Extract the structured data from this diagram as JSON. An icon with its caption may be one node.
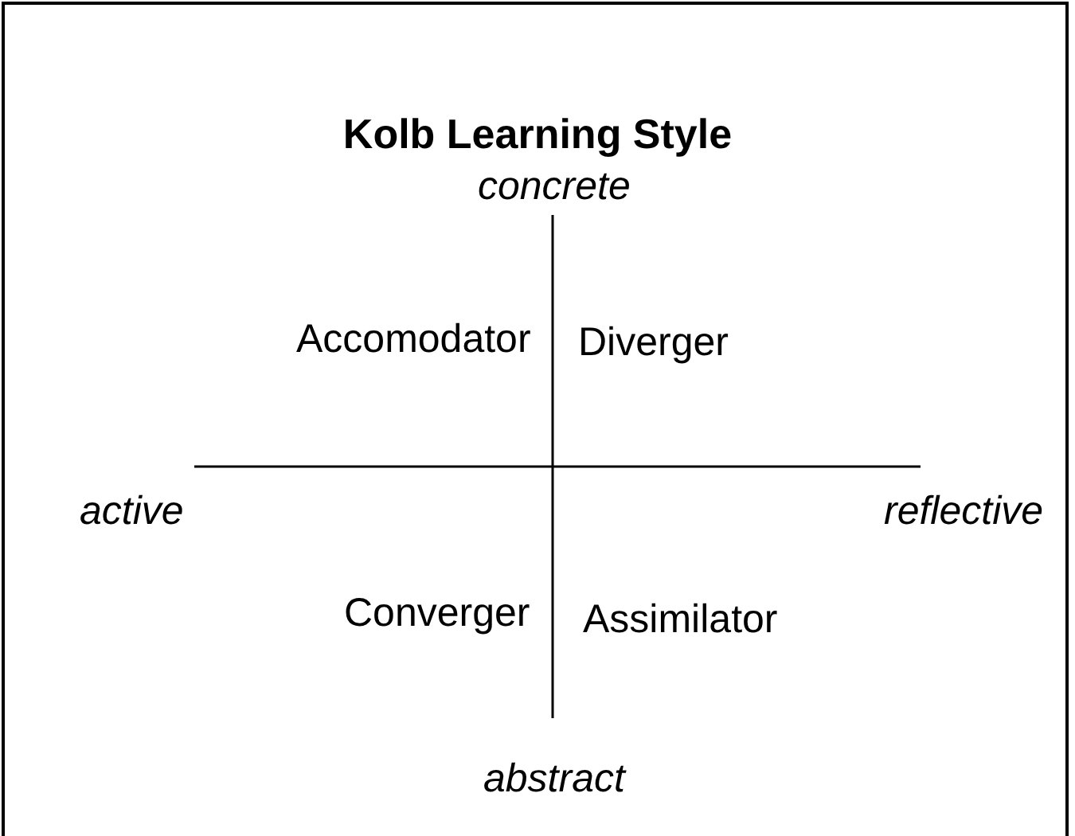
{
  "diagram": {
    "title": "Kolb Learning Style",
    "labels": [
      "concrete",
      "Accomodator",
      "Diverger",
      "active",
      "reflective",
      "Converger",
      "Assimilator",
      "abstract"
    ]
  }
}
